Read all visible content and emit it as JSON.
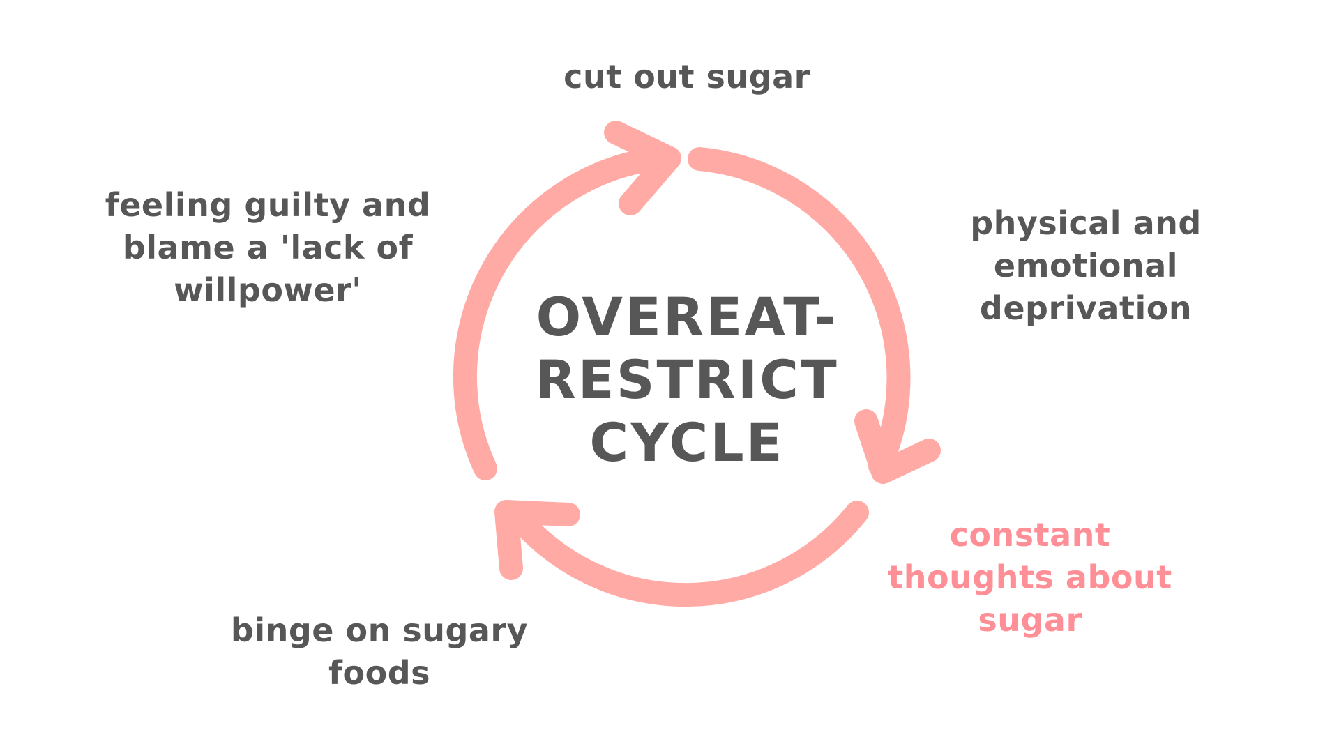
{
  "title": {
    "lines": [
      "OVEREAT-",
      "RESTRICT",
      "CYCLE"
    ]
  },
  "steps": [
    {
      "id": "cut-out-sugar",
      "lines": [
        "cut out sugar"
      ],
      "highlight": false
    },
    {
      "id": "deprivation",
      "lines": [
        "physical and",
        "emotional",
        "deprivation"
      ],
      "highlight": false
    },
    {
      "id": "constant-thoughts",
      "lines": [
        "constant",
        "thoughts about",
        "sugar"
      ],
      "highlight": true
    },
    {
      "id": "binge",
      "lines": [
        "binge on sugary",
        "foods"
      ],
      "highlight": false
    },
    {
      "id": "guilt",
      "lines": [
        "feeling guilty and",
        "blame a 'lack of",
        "willpower'"
      ],
      "highlight": false
    }
  ],
  "colors": {
    "arrow": "#FFAAA5",
    "text": "#575757",
    "highlight_text": "#FF8F97",
    "background": "#FFFFFF"
  }
}
